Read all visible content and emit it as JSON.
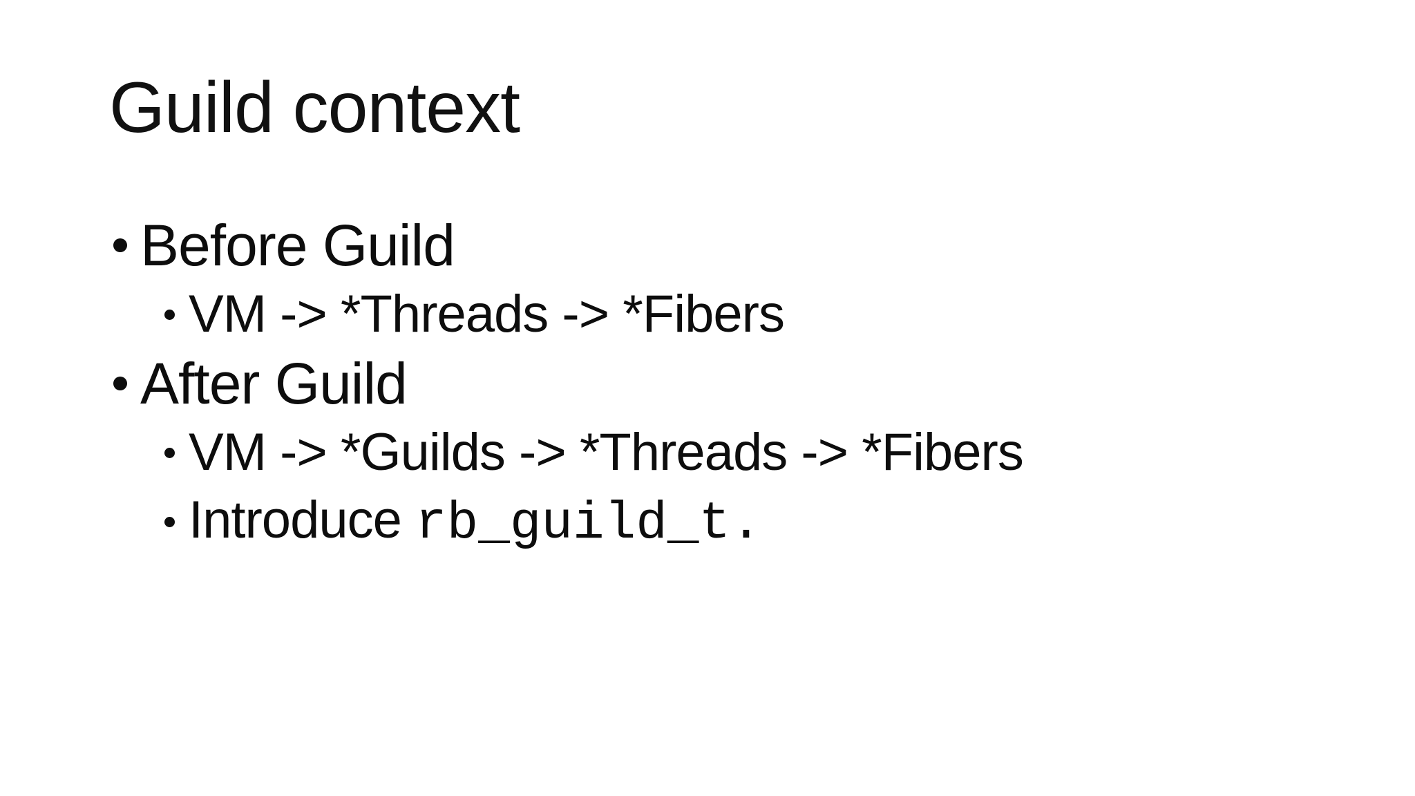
{
  "slide": {
    "title": "Guild context",
    "bullets": [
      {
        "level": 1,
        "text": "Before Guild"
      },
      {
        "level": 2,
        "text": "VM -> *Threads -> *Fibers"
      },
      {
        "level": 1,
        "text": "After Guild"
      },
      {
        "level": 2,
        "text": "VM -> *Guilds -> *Threads -> *Fibers"
      },
      {
        "level": 2,
        "text": "Introduce ",
        "code": "rb_guild_t."
      }
    ],
    "colors": {
      "background": "#ffffff",
      "text": "#0d0d0d"
    }
  }
}
